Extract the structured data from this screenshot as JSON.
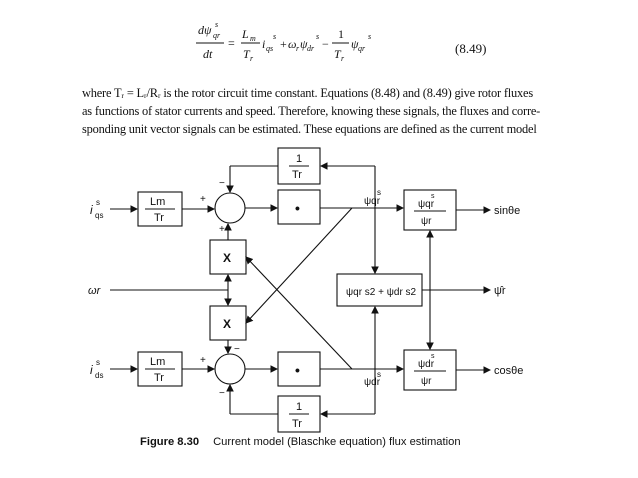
{
  "equation": {
    "number": "(8.49)"
  },
  "paragraph": {
    "lines": [
      "where Tᵣ = Lᵣ/Rᵣ is the rotor circuit time constant. Equations (8.48) and (8.49) give rotor fluxes",
      "as functions of stator currents and speed. Therefore, knowing these signals, the fluxes and corre-",
      "sponding unit vector signals can be estimated. These equations are defined as the current model"
    ]
  },
  "diagram": {
    "inputs": {
      "iqs": "i",
      "iqs_sup": "s",
      "iqs_sub": "qs",
      "wr": "ωr",
      "ids": "i",
      "ids_sup": "s",
      "ids_sub": "ds"
    },
    "blocks": {
      "gain_num": "Lm",
      "gain_den": "Tr",
      "tr_num": "1",
      "tr_den": "Tr",
      "multiply": "X",
      "integrator": "•",
      "sqrt_expr": "ψqr s2 + ψdr s2"
    },
    "signals": {
      "psi_qr": "ψqr",
      "psi_dr": "ψdr",
      "psi_r": "ψr",
      "sup_s": "s"
    },
    "outputs": {
      "sin": "sinθe",
      "cos": "cosθe",
      "psi_r_hat": "ψ̂r"
    },
    "signs": {
      "plus": "+",
      "minus": "−"
    }
  },
  "caption": {
    "label": "Figure 8.30",
    "text": "Current model (Blaschke equation) flux estimation"
  }
}
